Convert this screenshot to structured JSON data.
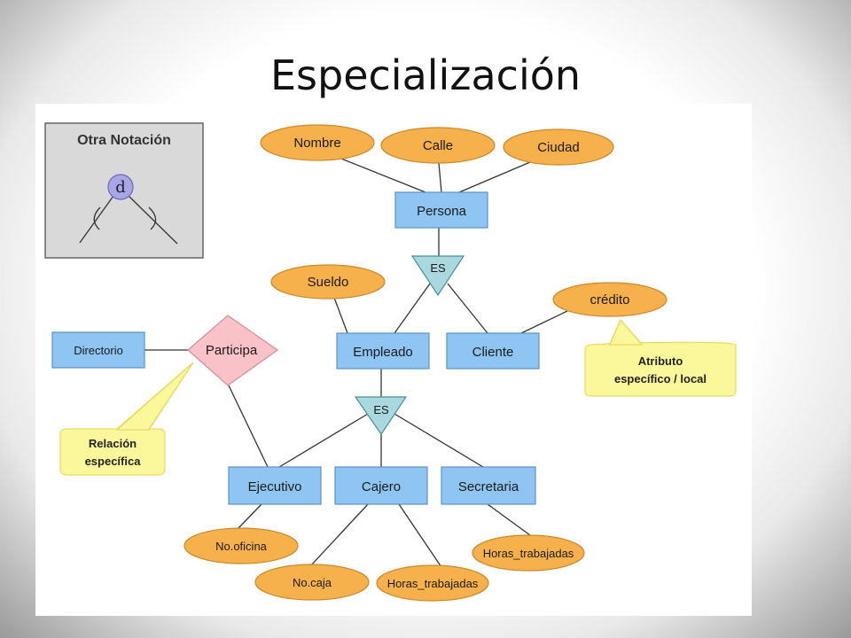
{
  "slide": {
    "title": "Especialización"
  },
  "legend": {
    "title": "Otra Notación",
    "symbol": "d"
  },
  "entities": {
    "persona": "Persona",
    "empleado": "Empleado",
    "cliente": "Cliente",
    "ejecutivo": "Ejecutivo",
    "cajero": "Cajero",
    "secretaria": "Secretaria",
    "directorio": "Directorio"
  },
  "attributes": {
    "nombre": "Nombre",
    "calle": "Calle",
    "ciudad": "Ciudad",
    "sueldo": "Sueldo",
    "credito": "crédito",
    "no_oficina": "No.oficina",
    "no_caja": "No.caja",
    "horas_cajero": "Horas_trabajadas",
    "horas_secretaria": "Horas_trabajadas"
  },
  "specializations": {
    "upper": "ES",
    "lower": "ES"
  },
  "relationship": {
    "participa": "Participa"
  },
  "callouts": {
    "atributo_line1": "Atributo",
    "atributo_line2": "específico / local",
    "relacion_line1": "Relación",
    "relacion_line2": "específica"
  },
  "colors": {
    "entity": "#8ec5f2",
    "attribute": "#f6b04c",
    "specialization": "#a9d9de",
    "relationship": "#f8c2c8",
    "callout": "#fbf79b",
    "legend_background": "#d9d9d9"
  }
}
